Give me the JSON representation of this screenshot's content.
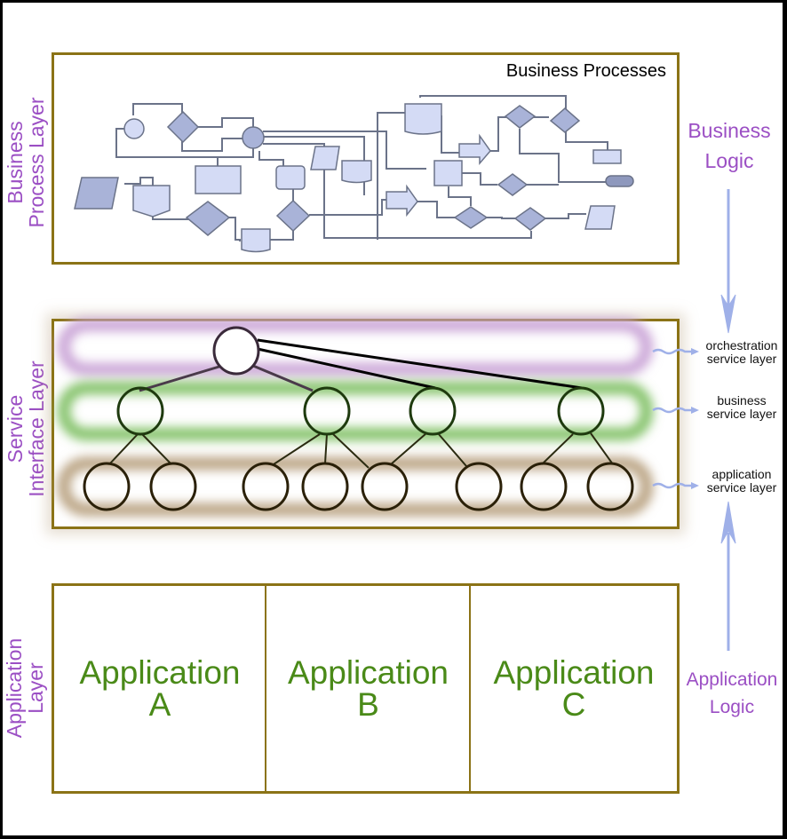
{
  "colors": {
    "frame": "#8b7316",
    "label_purple": "#9b4fc4",
    "app_green": "#4a8a18",
    "arrow_blue": "#9fb0e8",
    "shape_fill": "#d4dbf5",
    "shape_dark": "#a9b3d8",
    "shape_stroke": "#6b7389"
  },
  "left_labels": {
    "business_process": [
      "Business",
      "Process Layer"
    ],
    "service_interface": [
      "Service",
      "Interface Layer"
    ],
    "application": [
      "Application",
      "Layer"
    ]
  },
  "business_panel": {
    "title": "Business Processes"
  },
  "right_labels": {
    "business_logic": [
      "Business",
      "Logic"
    ],
    "application_logic": [
      "Application",
      "Logic"
    ]
  },
  "service_tiers": [
    {
      "label": [
        "orchestration",
        "service layer"
      ],
      "color": "#c9a3d6"
    },
    {
      "label": [
        "business",
        "service layer"
      ],
      "color": "#7fc064"
    },
    {
      "label": [
        "application",
        "service layer"
      ],
      "color": "#b8a07f"
    }
  ],
  "applications": [
    {
      "name": "Application",
      "id": "A"
    },
    {
      "name": "Application",
      "id": "B"
    },
    {
      "name": "Application",
      "id": "C"
    }
  ]
}
